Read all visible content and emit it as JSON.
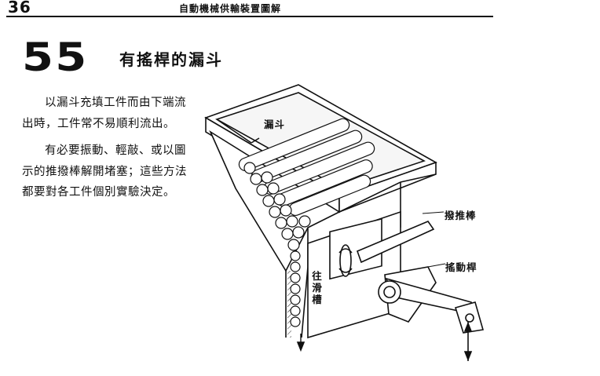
{
  "header": {
    "page_number": "36",
    "running_title": "自動機械供輸裝置圖解"
  },
  "section": {
    "number": "55",
    "title": "有搖桿的漏斗"
  },
  "body": {
    "paragraphs": [
      "以漏斗充填工件而由下端流出時，工件常不易順利流出。",
      "有必要振動、輕敲、或以圖示的推撥棒解開堵塞；這些方法都要對各工件個別實驗決定。"
    ]
  },
  "figure": {
    "labels": {
      "hopper": "漏斗",
      "pusher_rod": "撥推棒",
      "rocker_arm": "搖動桿",
      "to_chute": "往滑槽"
    }
  }
}
